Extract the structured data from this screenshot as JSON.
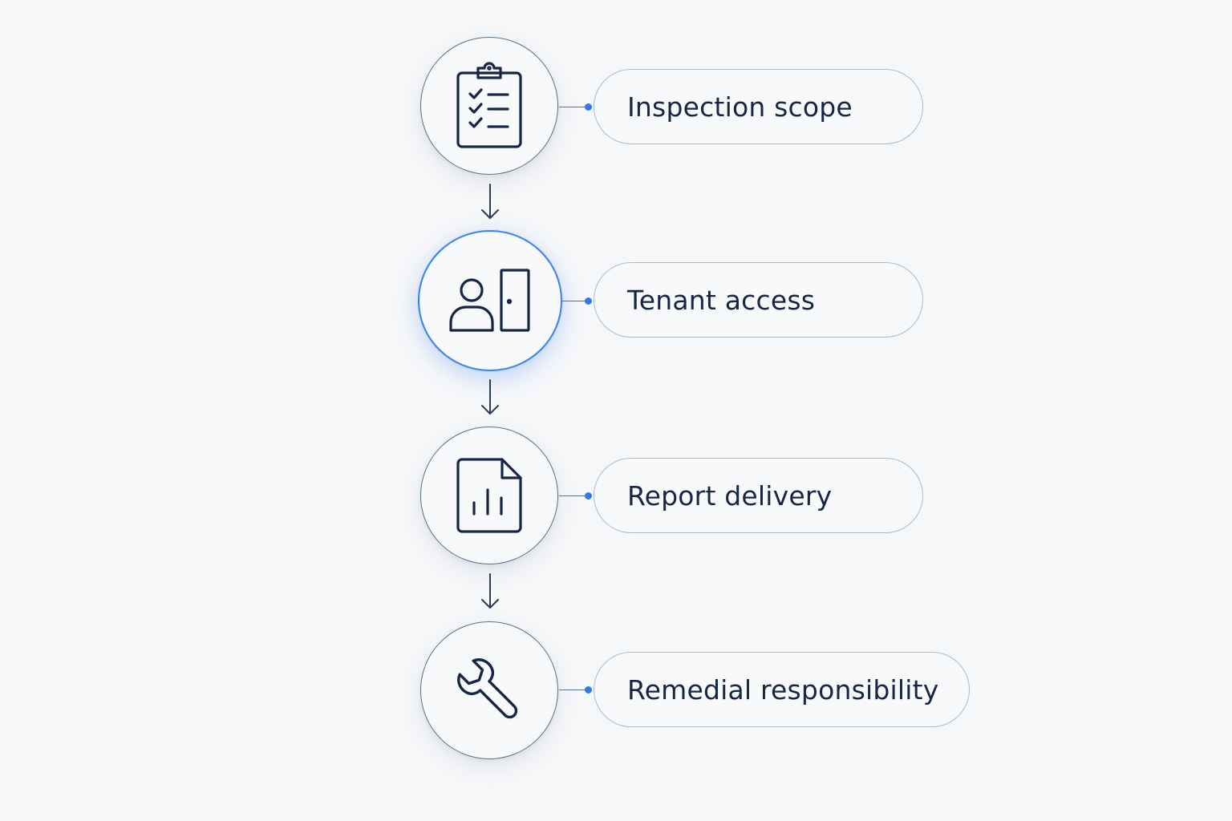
{
  "steps": [
    {
      "label": "Inspection scope",
      "icon": "clipboard-checklist-icon"
    },
    {
      "label": "Tenant access",
      "icon": "person-door-icon"
    },
    {
      "label": "Report delivery",
      "icon": "report-chart-icon"
    },
    {
      "label": "Remedial responsibility",
      "icon": "wrench-icon"
    }
  ],
  "colors": {
    "background": "#f6f7f9",
    "ink": "#172646",
    "outline": "#5b7184",
    "pill_border": "#a9bccc",
    "accent": "#2f7ae8"
  }
}
